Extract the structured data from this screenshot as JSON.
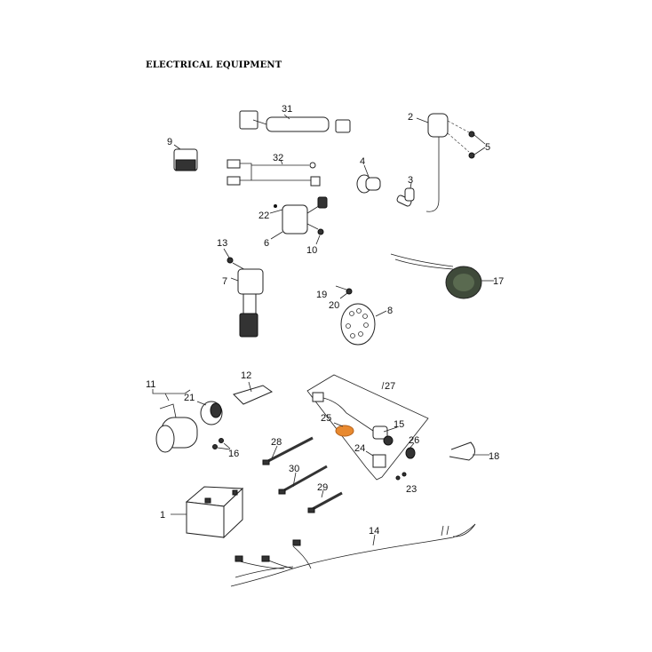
{
  "title": "ELECTRICAL EQUIPMENT",
  "accent_color": "#e8892f",
  "callouts": [
    "1",
    "2",
    "3",
    "4",
    "5",
    "6",
    "7",
    "8",
    "9",
    "10",
    "11",
    "12",
    "13",
    "14",
    "15",
    "16",
    "17",
    "18",
    "19",
    "20",
    "21",
    "22",
    "23",
    "24",
    "25",
    "26",
    "27",
    "28",
    "29",
    "30",
    "31",
    "32"
  ]
}
